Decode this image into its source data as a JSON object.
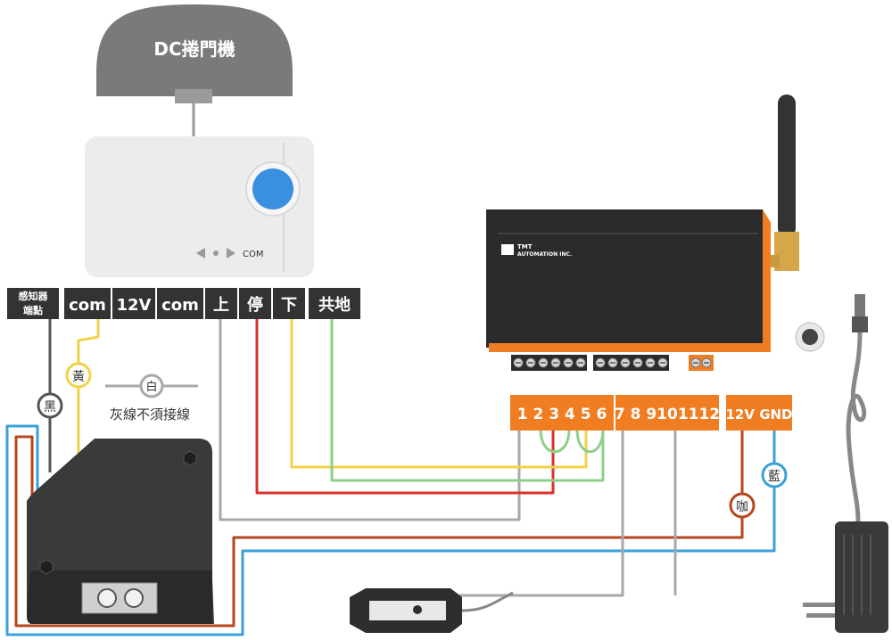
{
  "motor": {
    "title": "DC捲門機"
  },
  "controller": {
    "com_label": "COM"
  },
  "terminals": {
    "sensor_line1": "感知器",
    "sensor_line2": "端點",
    "items": [
      "com",
      "12V",
      "com",
      "上",
      "停",
      "下",
      "共地"
    ]
  },
  "wire_tags": {
    "yellow": "黃",
    "white": "白",
    "black": "黑",
    "brown": "咖",
    "blue": "藍"
  },
  "note": "灰線不須接線",
  "module": {
    "brand": "TMT",
    "brand_sub": "AUTOMATION INC.",
    "terminals_a": "1 2 3 4 5 6",
    "terminals_b": "7 8 9101112",
    "terminals_c": "12V GND"
  },
  "colors": {
    "yellow": "#f0d24a",
    "red": "#d9322b",
    "green": "#8fcf8a",
    "gray": "#a8a8a8",
    "brown": "#b5471c",
    "blue": "#3aa0dc",
    "orange": "#f07d22",
    "dark": "#2b2b2b"
  }
}
